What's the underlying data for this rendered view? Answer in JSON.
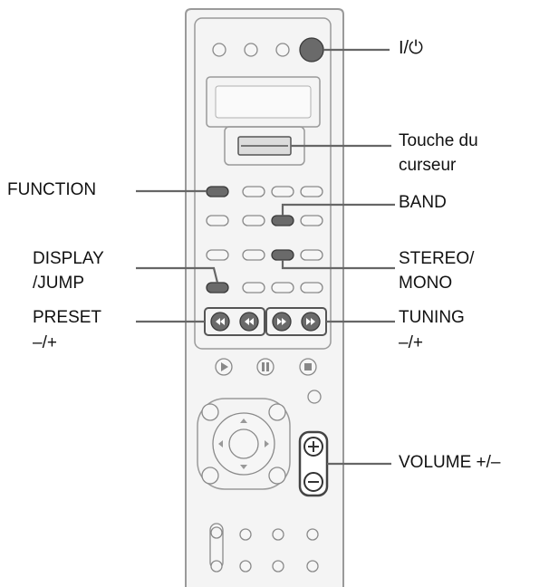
{
  "labels": {
    "power": "I/⏻",
    "cursor_line1": "Touche du",
    "cursor_line2": "curseur",
    "function": "FUNCTION",
    "band": "BAND",
    "display_line1": "DISPLAY",
    "display_line2": "/JUMP",
    "stereo_line1": "STEREO/",
    "stereo_line2": "MONO",
    "preset_line1": "PRESET",
    "preset_line2": "–/+",
    "tuning_line1": "TUNING",
    "tuning_line2": "–/+",
    "volume": "VOLUME +/–"
  },
  "icons": {
    "play": "play-icon",
    "pause": "pause-icon",
    "stop": "stop-icon",
    "preset_prev": "previous-icon",
    "preset_next": "next-icon",
    "volume_plus": "plus-icon",
    "volume_minus": "minus-icon"
  },
  "colors": {
    "body_fill": "#f4f4f4",
    "body_stroke": "#9a9a9a",
    "highlight_button": "#6a6a6a",
    "leader_line": "#666666"
  }
}
